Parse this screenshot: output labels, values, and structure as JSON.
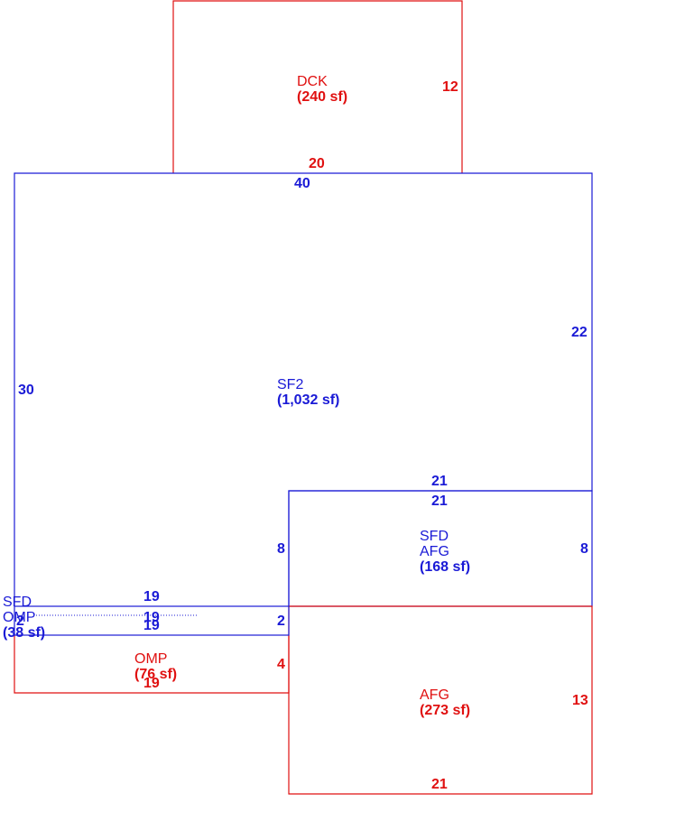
{
  "colors": {
    "blue": "#1a1ad6",
    "red": "#e01010"
  },
  "sketch": {
    "deck": {
      "code": "DCK",
      "area": "(240 sf)",
      "dim_right": "12",
      "dim_bottom": "20"
    },
    "main": {
      "code": "SF2",
      "area": "(1,032 sf)",
      "dim_top": "40",
      "dim_left": "30",
      "dim_right": "22",
      "dim_step": "21"
    },
    "garage_upper": {
      "code1": "SFD",
      "code2": "AFG",
      "area": "(168 sf)",
      "dim_top": "21",
      "dim_left": "8",
      "dim_right": "8"
    },
    "porch_strip": {
      "code1": "SFD",
      "code2": "OMP",
      "area": "(38 sf)",
      "dim_top": "19",
      "dim_mid": "19",
      "dim_bottom": "19",
      "dim_right": "2",
      "dim_left": "2"
    },
    "porch_lower": {
      "code": "OMP",
      "area": "(76 sf)",
      "dim_right": "4",
      "dim_bottom": "19"
    },
    "garage_lower": {
      "code": "AFG",
      "area": "(273 sf)",
      "dim_right": "13",
      "dim_bottom": "21"
    }
  }
}
